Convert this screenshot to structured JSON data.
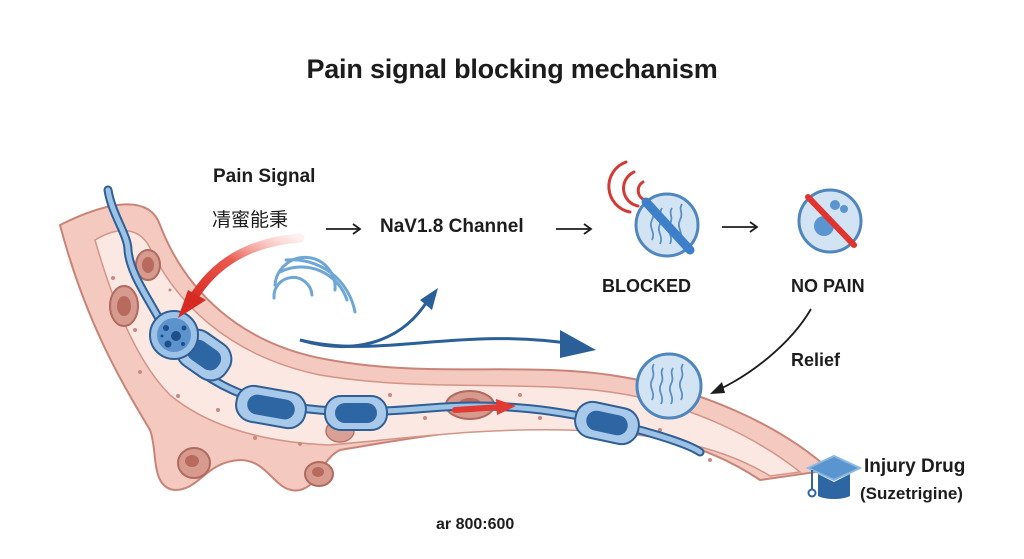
{
  "title": "Pain signal blocking mechanism",
  "flow": {
    "pain_signal_label": "Pain Signal",
    "pain_signal_sublabel": "凊蜜能秉",
    "channel_label": "NaV1.8 Channel",
    "blocked_label": "BLOCKED",
    "no_pain_label": "NO PAIN",
    "relief_label": "Relief"
  },
  "icons": {
    "blocked": "blocked-nerve-icon",
    "no_pain": "no-pain-icon",
    "relief": "relief-nerve-icon",
    "drug": "graduation-cap-icon",
    "signal_waves": "signal-waves-icon"
  },
  "drug": {
    "name": "Injury Drug",
    "generic": "(Suzetrigine)"
  },
  "footer": {
    "aspect_text": "ar 800:600"
  },
  "colors": {
    "nerve_outer": "#f2c5bc",
    "nerve_inner": "#fbe9e4",
    "nerve_stroke": "#c98478",
    "axon": "#6fa3d6",
    "axon_dark": "#2f64a0",
    "signal_red": "#e03a33",
    "accent_blue": "#2a5f98",
    "icon_fill": "#cfe2f3",
    "icon_stroke": "#4f86bd"
  }
}
